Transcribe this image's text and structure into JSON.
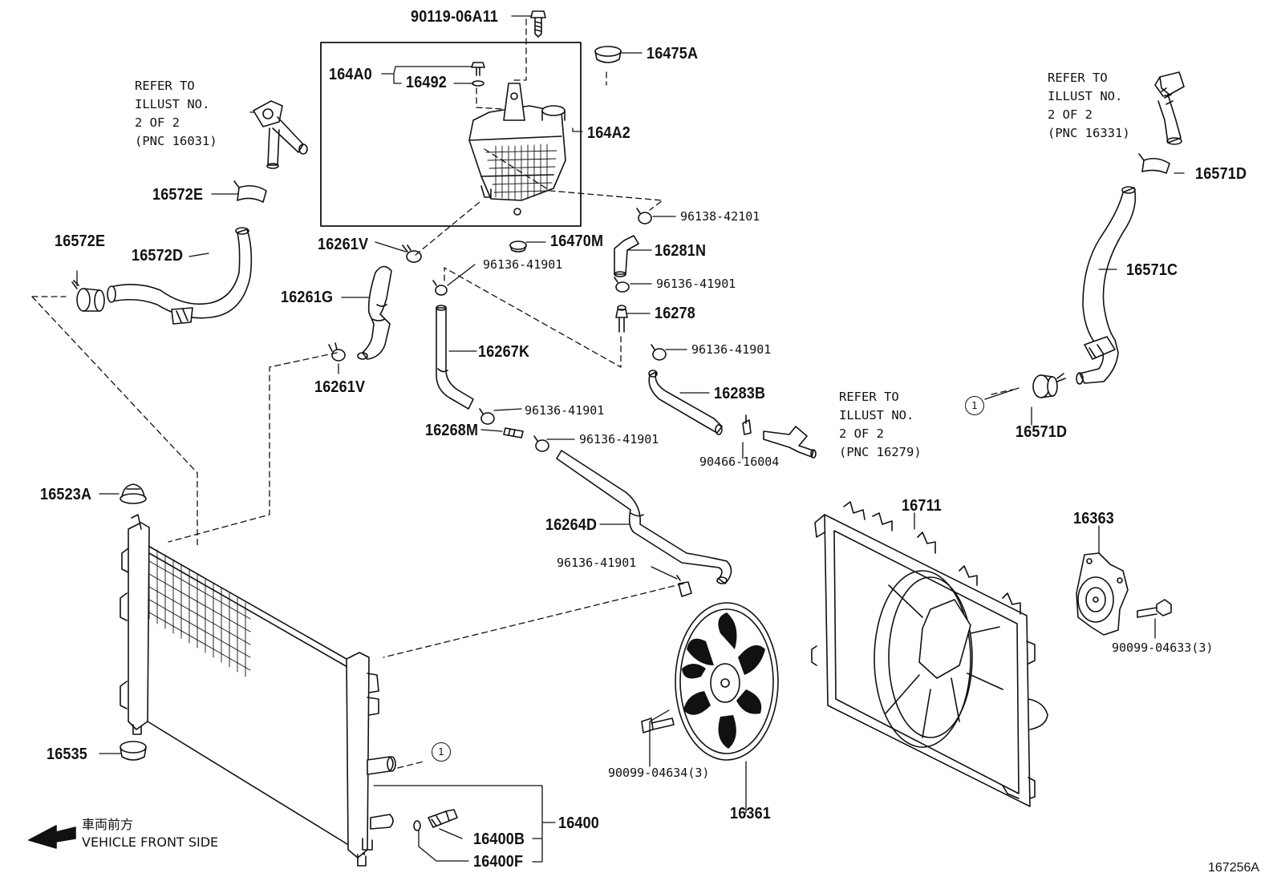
{
  "illustration_number": "167256A",
  "direction": {
    "chinese": "車両前方",
    "english": "VEHICLE FRONT SIDE"
  },
  "references": {
    "ref_16031": [
      "REFER TO",
      "ILLUST NO.",
      "2 OF 2",
      "(PNC 16031)"
    ],
    "ref_16331": [
      "REFER TO",
      "ILLUST NO.",
      "2 OF 2",
      "(PNC 16331)"
    ],
    "ref_16279": [
      "REFER TO",
      "ILLUST NO.",
      "2 OF 2",
      "(PNC 16279)"
    ]
  },
  "callout_marker": "1",
  "parts": {
    "p90119_06A11": "90119-06A11",
    "p16475A": "16475A",
    "p164A0": "164A0",
    "p16492": "16492",
    "p164A2": "164A2",
    "p16572E_top": "16572E",
    "p16572E_left": "16572E",
    "p16572D": "16572D",
    "p16261V_top": "16261V",
    "p16261G": "16261G",
    "p16261V_bottom": "16261V",
    "p16470M": "16470M",
    "p96138_42101": "96138-42101",
    "p16281N": "16281N",
    "p96136_41901_a": "96136-41901",
    "p96136_41901_b": "96136-41901",
    "p16278": "16278",
    "p96136_41901_c": "96136-41901",
    "p16267K": "16267K",
    "p16283B": "16283B",
    "p96136_41901_d": "96136-41901",
    "p16268M": "16268M",
    "p96136_41901_e": "96136-41901",
    "p90466_16004": "90466-16004",
    "p16571D_top": "16571D",
    "p16571C": "16571C",
    "p16571D_bottom": "16571D",
    "p16523A": "16523A",
    "p16264D": "16264D",
    "p96136_41901_f": "96136-41901",
    "p16711": "16711",
    "p16363": "16363",
    "p90099_04633": "90099-04633(3)",
    "p16535": "16535",
    "p90099_04634": "90099-04634(3)",
    "p16361": "16361",
    "p16400": "16400",
    "p16400B": "16400B",
    "p16400F": "16400F"
  }
}
